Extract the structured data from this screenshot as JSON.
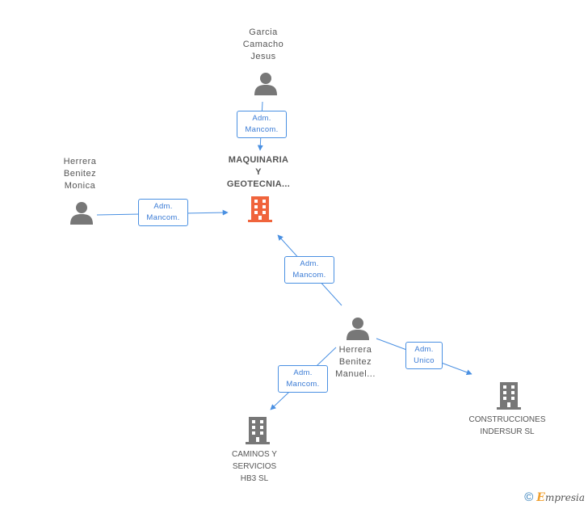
{
  "nodes": {
    "garcia": {
      "lines": [
        "Garcia",
        "Camacho",
        "Jesus"
      ]
    },
    "herrera_monica": {
      "lines": [
        "Herrera",
        "Benitez",
        "Monica"
      ]
    },
    "maquinaria": {
      "lines": [
        "MAQUINARIA",
        "Y",
        "GEOTECNIA..."
      ]
    },
    "herrera_manuel": {
      "lines": [
        "Herrera",
        "Benitez",
        "Manuel..."
      ]
    },
    "caminos": {
      "lines": [
        "CAMINOS Y",
        "SERVICIOS",
        "HB3 SL"
      ]
    },
    "construcciones": {
      "lines": [
        "CONSTRUCCIONES",
        "INDERSUR SL"
      ]
    }
  },
  "edges": {
    "garcia_maquinaria": {
      "lines": [
        "Adm.",
        "Mancom."
      ]
    },
    "monica_maquinaria": {
      "lines": [
        "Adm.",
        "Mancom."
      ]
    },
    "manuel_maquinaria": {
      "lines": [
        "Adm.",
        "Mancom."
      ]
    },
    "manuel_caminos": {
      "lines": [
        "Adm.",
        "Mancom."
      ]
    },
    "manuel_construcciones": {
      "lines": [
        "Adm.",
        "Unico"
      ]
    }
  },
  "colors": {
    "edge": "#4a90e2",
    "person": "#777777",
    "company": "#777777",
    "main_company": "#f0643c"
  },
  "footer": {
    "copyright": "©",
    "brand_initial": "E",
    "brand_rest": "mpresia"
  }
}
